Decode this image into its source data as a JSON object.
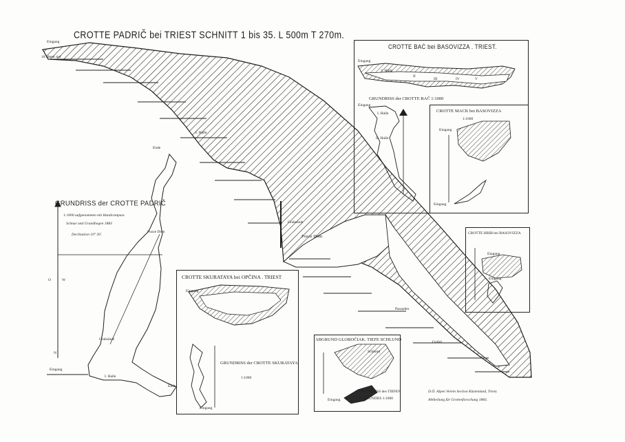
{
  "main_title": "CROTTE PADRIČ bei TRIEST SCHNITT 1 bis 35. L 500m T 270m.",
  "section_labels": {
    "eingang_top": "Eingang",
    "meter_tief": "18 Meter tief",
    "halle_1": "I. Halle",
    "ende": "Ende",
    "pozze_dom_section": "Pozze Dom",
    "grabsaeule": "Grabsäule",
    "pass": "Passaden",
    "grabd": "Grabd."
  },
  "grundriss_padric": {
    "title": "GRUNDRISS der CROTTE PADRIČ",
    "note1": "1:1000 aufgenommen mit Handcompass",
    "note2": "Schnur und Grundbogen 1883",
    "declination": "Declination 10° 50'.",
    "compass_o": "O",
    "compass_w": "W",
    "compass_n": "N",
    "pozze_dom": "Pozze Dom",
    "grabsaeule": "Grabsäule",
    "halle": "I. Halle",
    "eingang": "Eingang",
    "ende": "Ende"
  },
  "bac": {
    "title": "CROTTE BAČ bei BASOVIZZA . TRIEST.",
    "eingang": "Eingang",
    "halle1": "I. Halle",
    "halle2": "II",
    "halle3": "III",
    "halle4": "IV",
    "halle5": "V",
    "grundriss": "GRUNDRISS der CROTTE BAČ 1:1000",
    "g_eingang": "Eingang",
    "g_halle1": "I. Halle",
    "g_halle2": "II. Halle"
  },
  "mack": {
    "title": "CROTTE MACK bei BASOVIZZA",
    "scale": "1:1000",
    "eingang": "Eingang",
    "eingang2": "Eingang"
  },
  "hrib": {
    "title": "CROTTE HRIB bei BASOVIZZA",
    "eingang": "Eingang",
    "eingang2": "Eingang"
  },
  "skurataya": {
    "title": "CROTTE SKURATAYA bei OPČINA . TRIEST",
    "eingang": "Eingang",
    "grundriss": "GRUNDRISS der CROTTE SKURATAYA",
    "scale": "1:1000",
    "eingang2": "Eingang"
  },
  "globociak": {
    "title": "ABGRUND GLOBOČIAK. TIEFE SCHLUND",
    "schlund": "Schlund",
    "grundriss1": "GRUNDRISS des TIEFEN",
    "grundriss2": "SCHLUNDES 1:1000",
    "eingang": "Eingang"
  },
  "credit": {
    "line1": "D.Ö. Alpen Verein Section Küstenland, Triest.",
    "line2": "Abtheilung für Grottenforschung 1883."
  },
  "colors": {
    "ink": "#1e1e1e",
    "paper": "#fdfdfb"
  }
}
